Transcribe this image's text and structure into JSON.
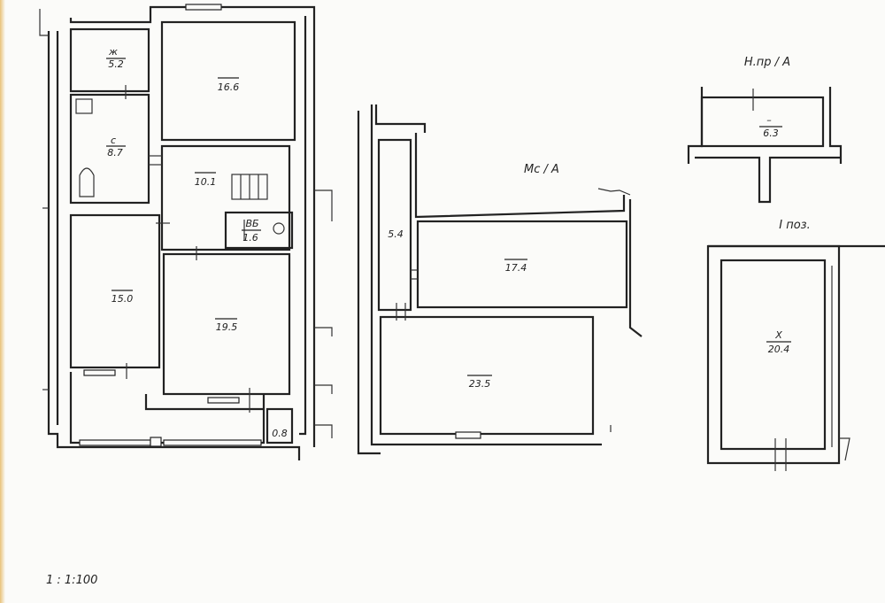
{
  "plans": {
    "floor1": {
      "rooms": {
        "r1": "5.2",
        "r2": "16.6",
        "r3": "8.7",
        "r4": "10.1",
        "r5": "1.6",
        "r6": "15.0",
        "r7": "19.5",
        "r8": "0.8"
      },
      "symbols": {
        "r1_mark": "ж",
        "r3_mark": "с",
        "r5_mark": "ВБ"
      }
    },
    "mansard": {
      "title": "Мс / А",
      "rooms": {
        "m1": "5.4",
        "m2": "17.4",
        "m3": "23.5"
      }
    },
    "porch": {
      "title": "Н.пр / А",
      "rooms": {
        "p1": "6.3"
      },
      "symbols": {
        "p1_mark": "–"
      }
    },
    "basement": {
      "title": "I поз.",
      "rooms": {
        "b1": "20.4"
      },
      "symbols": {
        "b1_mark": "Х"
      }
    }
  },
  "scale": "1 : 1:100"
}
